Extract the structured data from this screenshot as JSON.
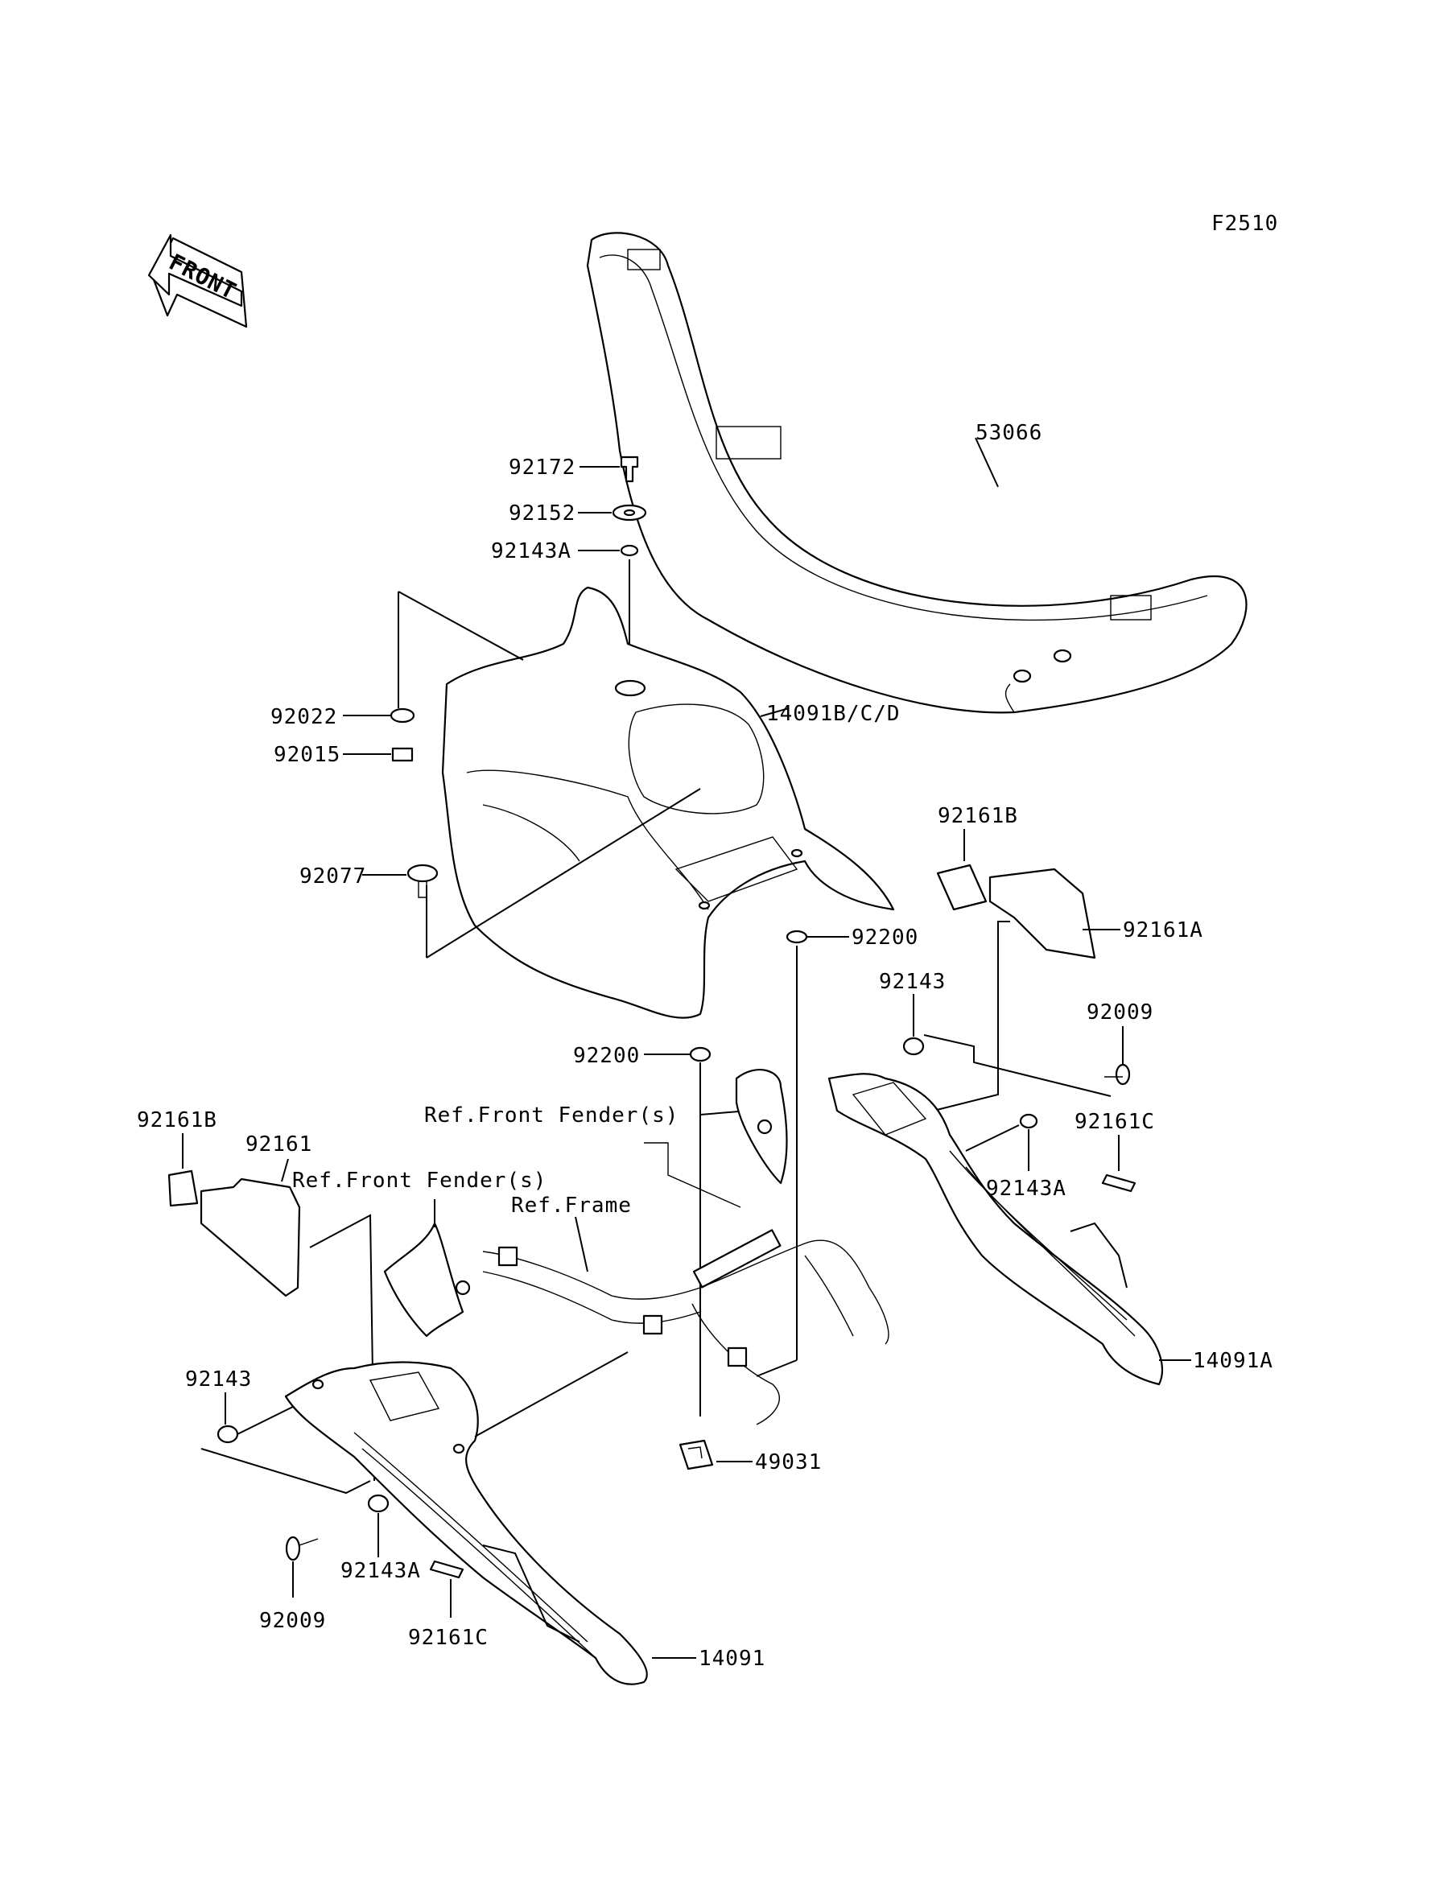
{
  "figure_code": "F2510",
  "front_label": "FRONT",
  "parts": {
    "p53066": "53066",
    "p92172": "92172",
    "p92152": "92152",
    "p92143A_top": "92143A",
    "p92022": "92022",
    "p92015": "92015",
    "p14091BCD": "14091B/C/D",
    "p92077": "92077",
    "p92161B_right": "92161B",
    "p92200_upper": "92200",
    "p92161A": "92161A",
    "p92143_right": "92143",
    "p92009_right": "92009",
    "p92200_lower": "92200",
    "p92161C_right": "92161C",
    "p92143A_right": "92143A",
    "p92161B_left": "92161B",
    "p92161": "92161",
    "p14091A": "14091A",
    "p92143_left": "92143",
    "p49031": "49031",
    "p92143A_left": "92143A",
    "p92009_left": "92009",
    "p92161C_left": "92161C",
    "p14091": "14091"
  },
  "references": {
    "front_fender_upper": "Ref.Front Fender(s)",
    "front_fender_left": "Ref.Front Fender(s)",
    "frame": "Ref.Frame"
  }
}
